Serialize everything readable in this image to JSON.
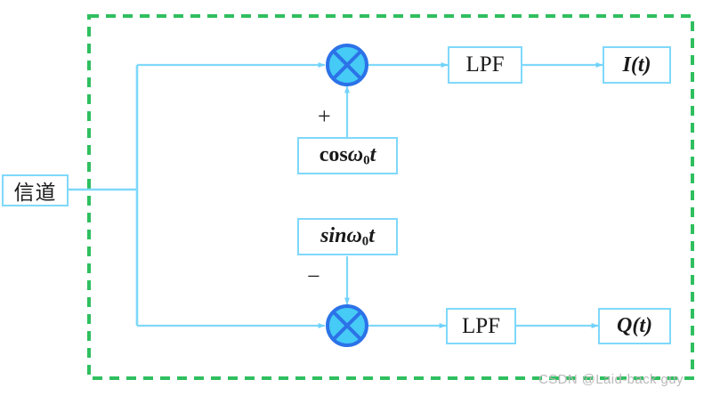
{
  "diagram": {
    "title": "Quadrature (I/Q) coherent demodulator block diagram",
    "colors": {
      "boundary_dashed": "#2FBF5F",
      "wire": "#7FD8FB",
      "box_border": "#7FD8FB",
      "mixer_fill": "#45CBF5",
      "mixer_stroke": "#2C72E8",
      "mixer_cross": "#2C72E8",
      "background": "#FFFFFF",
      "watermark": "#BDBDBD"
    },
    "boundary": {
      "name": "receiver-boundary",
      "style": "dashed"
    },
    "nodes": {
      "channel": {
        "label": "信道"
      },
      "mixer_top": {
        "label": "multiplier"
      },
      "mixer_bottom": {
        "label": "multiplier"
      },
      "lpf_top": {
        "label": "LPF"
      },
      "lpf_bottom": {
        "label": "LPF"
      },
      "out_i": {
        "label_main": "I",
        "label_arg": "(t)"
      },
      "out_q": {
        "label_main": "Q",
        "label_arg": "(t)"
      },
      "osc_cos": {
        "fn": "cos",
        "omega": "ω",
        "sub": "0",
        "var": "t"
      },
      "osc_sin": {
        "fn": "sin",
        "omega": "ω",
        "sub": "0",
        "var": "t"
      }
    },
    "signs": {
      "top": "+",
      "bottom": "−"
    },
    "watermark": {
      "text": "CSDN @Laid-back guy"
    }
  }
}
